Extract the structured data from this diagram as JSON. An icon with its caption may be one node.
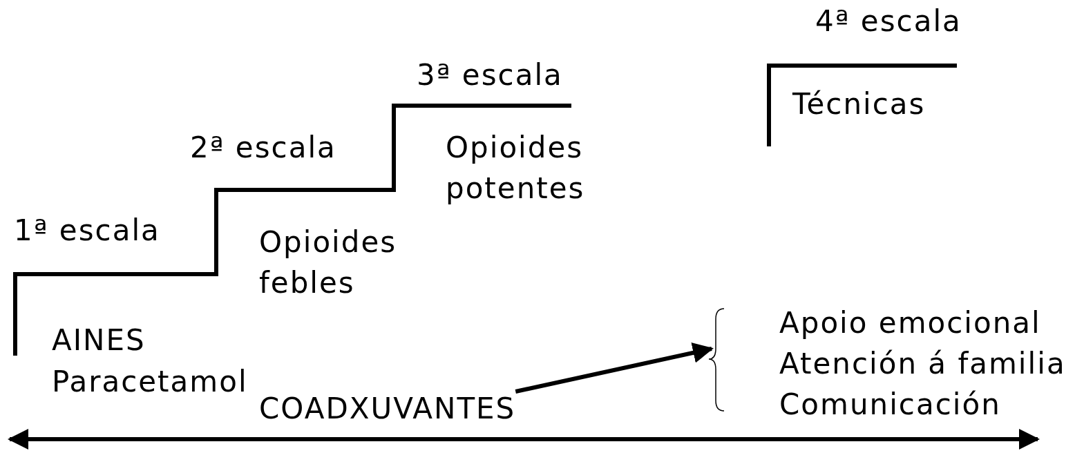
{
  "diagram": {
    "nodes": [
      {
        "text": [
          "COADXUVANTES"
        ]
      },
      {
        "text": [
          "Apoio emocional",
          "Atención á familia",
          "Comunicación"
        ]
      }
    ],
    "edges": [
      {
        "from": 0,
        "to": 1,
        "arrow": "to"
      }
    ],
    "labels": [
      "4ª escala",
      "3ª escala",
      "Técnicas",
      "2ª escala",
      "Opioides potentes",
      "1ª escala",
      "Opioides febles",
      "AINES",
      "Paracetamol"
    ]
  }
}
